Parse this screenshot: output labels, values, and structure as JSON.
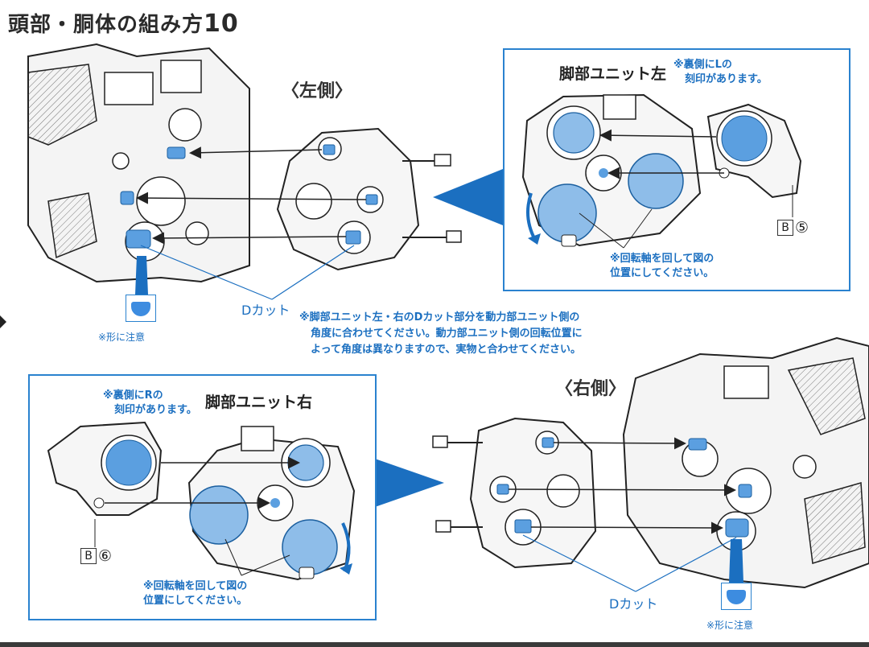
{
  "title": "頭部・胴体の組み方",
  "step_number": "10",
  "left_label": "〈左側〉",
  "right_label": "〈右側〉",
  "top_inset": {
    "part_name": "脚部ユニット左",
    "back_mark_note_l1": "※裏側にLの",
    "back_mark_note_l2": "刻印があります。",
    "rotate_note_l1": "※回転軸を回して図の",
    "rotate_note_l2": "位置にしてください。",
    "ref_letter": "B",
    "ref_number": "⑤"
  },
  "bottom_inset": {
    "part_name": "脚部ユニット右",
    "back_mark_note_l1": "※裏側にRの",
    "back_mark_note_l2": "刻印があります。",
    "rotate_note_l1": "※回転軸を回して図の",
    "rotate_note_l2": "位置にしてください。",
    "ref_letter": "B",
    "ref_number": "⑥"
  },
  "dcut_label": "Dカット",
  "shape_caution": "※形に注意",
  "center_note": {
    "l1": "※脚部ユニット左・右のDカット部分を動力部ユニット側の",
    "l2": "角度に合わせてください。動力部ユニット側の回転位置に",
    "l3": "よって角度は異なりますので、実物と合わせてください。"
  },
  "colors": {
    "accent_blue": "#1b6fc0",
    "part_blue": "#5b9fe0",
    "box_border": "#2a82cf"
  }
}
